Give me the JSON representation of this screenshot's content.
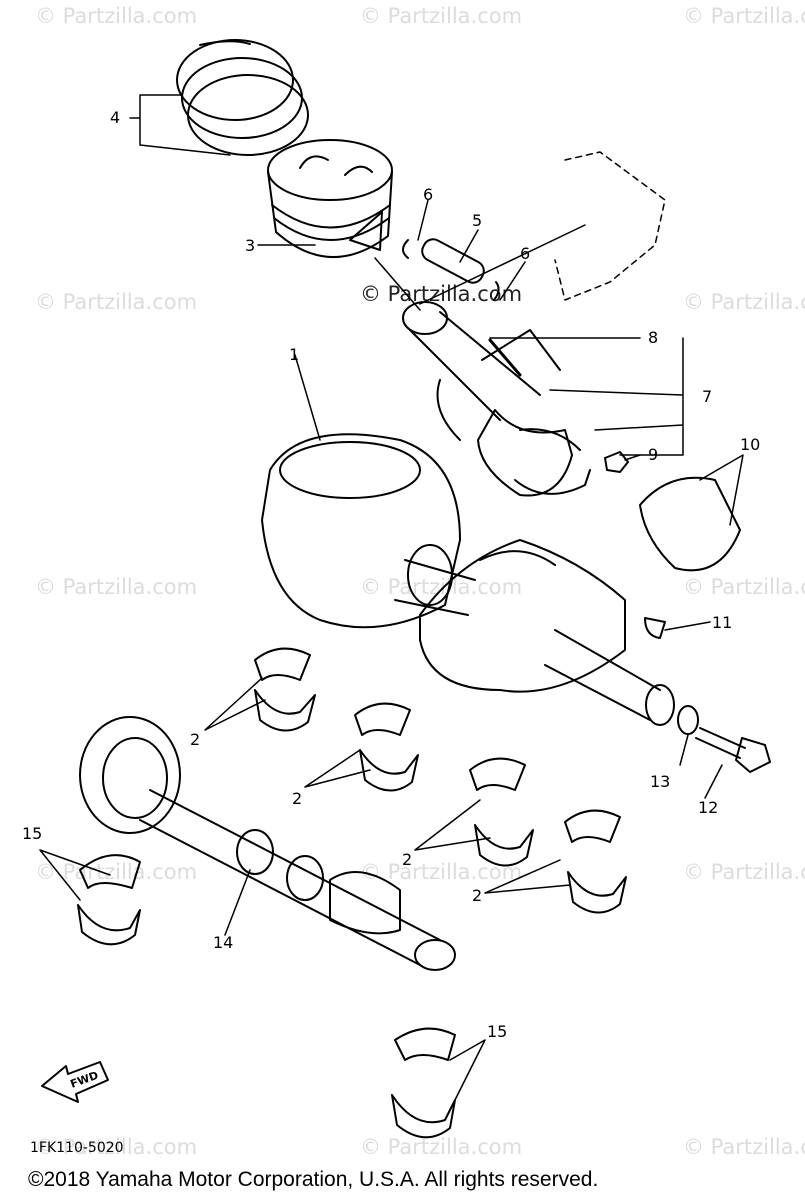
{
  "watermark": "© Partzilla.com",
  "callouts": [
    "1",
    "2",
    "2",
    "2",
    "2",
    "3",
    "4",
    "5",
    "6",
    "6",
    "7",
    "8",
    "9",
    "10",
    "11",
    "12",
    "13",
    "14",
    "15",
    "15"
  ],
  "fwd_label": "FWD",
  "diagram_code": "1FK110-5020",
  "copyright": "©2018 Yamaha Motor Corporation, U.S.A. All rights reserved."
}
